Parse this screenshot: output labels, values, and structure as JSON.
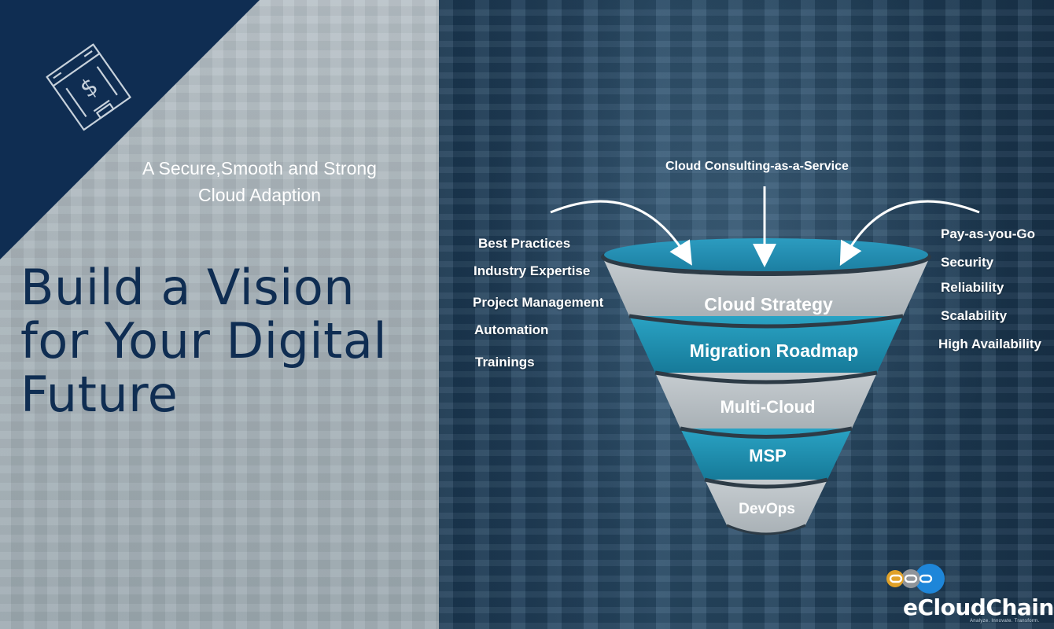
{
  "tagline": {
    "line1": "A Secure,Smooth and Strong",
    "line2": "Cloud Adaption"
  },
  "headline": {
    "line1": "Build a Vision",
    "line2": "for Your Digital",
    "line3": "Future"
  },
  "funnel": {
    "top_label": "Cloud Consulting-as-a-Service",
    "left_items": [
      "Best Practices",
      "Industry Expertise",
      "Project Management",
      "Automation",
      "Trainings"
    ],
    "right_items": [
      "Pay-as-you-Go",
      "Security",
      "Reliability",
      "Scalability",
      "High Availability"
    ],
    "stages": [
      "Cloud Strategy",
      "Migration Roadmap",
      "Multi-Cloud",
      "MSP",
      "DevOps"
    ],
    "colors": {
      "teal": "#1e91b3",
      "teal_dark": "#167a99",
      "gray": "#b5bcc1",
      "divider": "#2d3b46"
    }
  },
  "logo": {
    "name": "eCloudChain",
    "slogan": "Analyze. Innovate. Transform."
  },
  "icons": {
    "corner": "building-dollar-icon",
    "logo": "chain-links-icon"
  }
}
